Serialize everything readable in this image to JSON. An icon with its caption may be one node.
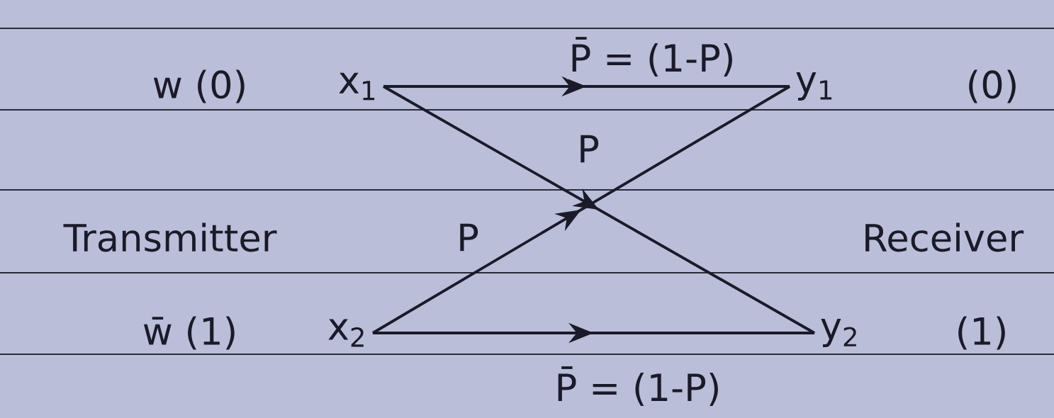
{
  "diagram": {
    "nodes": [
      {
        "text": [
          "x$_{1}$"
        ],
        "beside": [
          "w (0)"
        ]
      },
      {
        "text": [
          "x$_{2}$"
        ],
        "beside": [
          "w̄ (1)"
        ]
      },
      {
        "text": [
          "y$_{1}$"
        ],
        "beside": [
          "(0)"
        ]
      },
      {
        "text": [
          "y$_{2}$"
        ],
        "beside": [
          "(1)"
        ]
      }
    ],
    "edges": [
      {
        "from": 0,
        "to": 2,
        "arrow": "to",
        "label": "P̄ = (1-P)"
      },
      {
        "from": 0,
        "to": 3,
        "arrow": "to",
        "label": "P"
      },
      {
        "from": 1,
        "to": 2,
        "arrow": "to",
        "label": "P"
      },
      {
        "from": 1,
        "to": 3,
        "arrow": "to",
        "label": "P̄ = (1-P)"
      }
    ],
    "labels": [
      "Transmitter",
      "Receiver"
    ]
  }
}
